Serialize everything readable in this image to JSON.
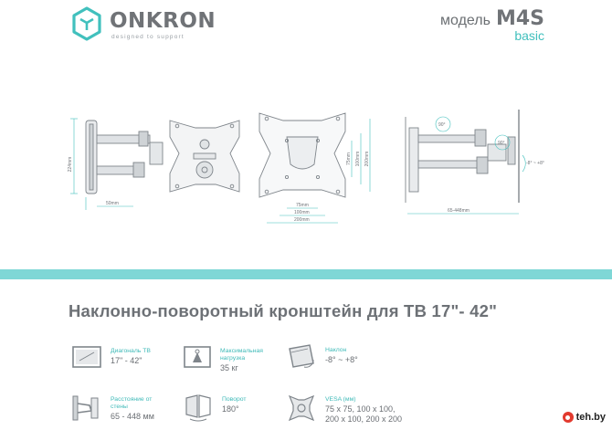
{
  "brand": {
    "name": "ONKRON",
    "tagline": "designed to support",
    "icon": "onkron-cube-logo"
  },
  "model": {
    "word": "модель",
    "code": "M4S",
    "edition": "basic"
  },
  "drawing_labels": {
    "side_height": "224mm",
    "side_depth": "50mm",
    "vesa_75": "75mm",
    "vesa_100": "100mm",
    "vesa_200": "200mm",
    "vesa_75_v": "75mm",
    "vesa_100_v": "100mm",
    "vesa_200_v": "200mm",
    "swivel_left": "90°",
    "swivel_right": "90°",
    "tilt": "-8° ~ +8°",
    "reach": "65-448mm"
  },
  "headline": "Наклонно-поворотный кронштейн для ТВ 17\"- 42\"",
  "features": [
    {
      "label": "Диагональ ТВ",
      "value": "17\" - 42\"",
      "icon": "tv-screen-icon"
    },
    {
      "label": "Максимальная нагрузка",
      "value": "35 кг",
      "icon": "weight-icon"
    },
    {
      "label": "Наклон",
      "value": "-8° ~ +8°",
      "icon": "tilt-icon"
    },
    {
      "label": "Расстояние от стены",
      "value": "65 - 448 мм",
      "icon": "wall-distance-icon"
    },
    {
      "label": "Поворот",
      "value": "180°",
      "icon": "swivel-icon"
    },
    {
      "label": "VESA (мм)",
      "value": "75 x 75, 100 x 100,",
      "value2": "200 x 100, 200 x 200",
      "icon": "vesa-pattern-icon"
    }
  ],
  "watermark": {
    "text": "teh.by"
  },
  "colors": {
    "accent": "#41c0bd",
    "band": "#7fd7d6",
    "text": "#6d7176"
  }
}
